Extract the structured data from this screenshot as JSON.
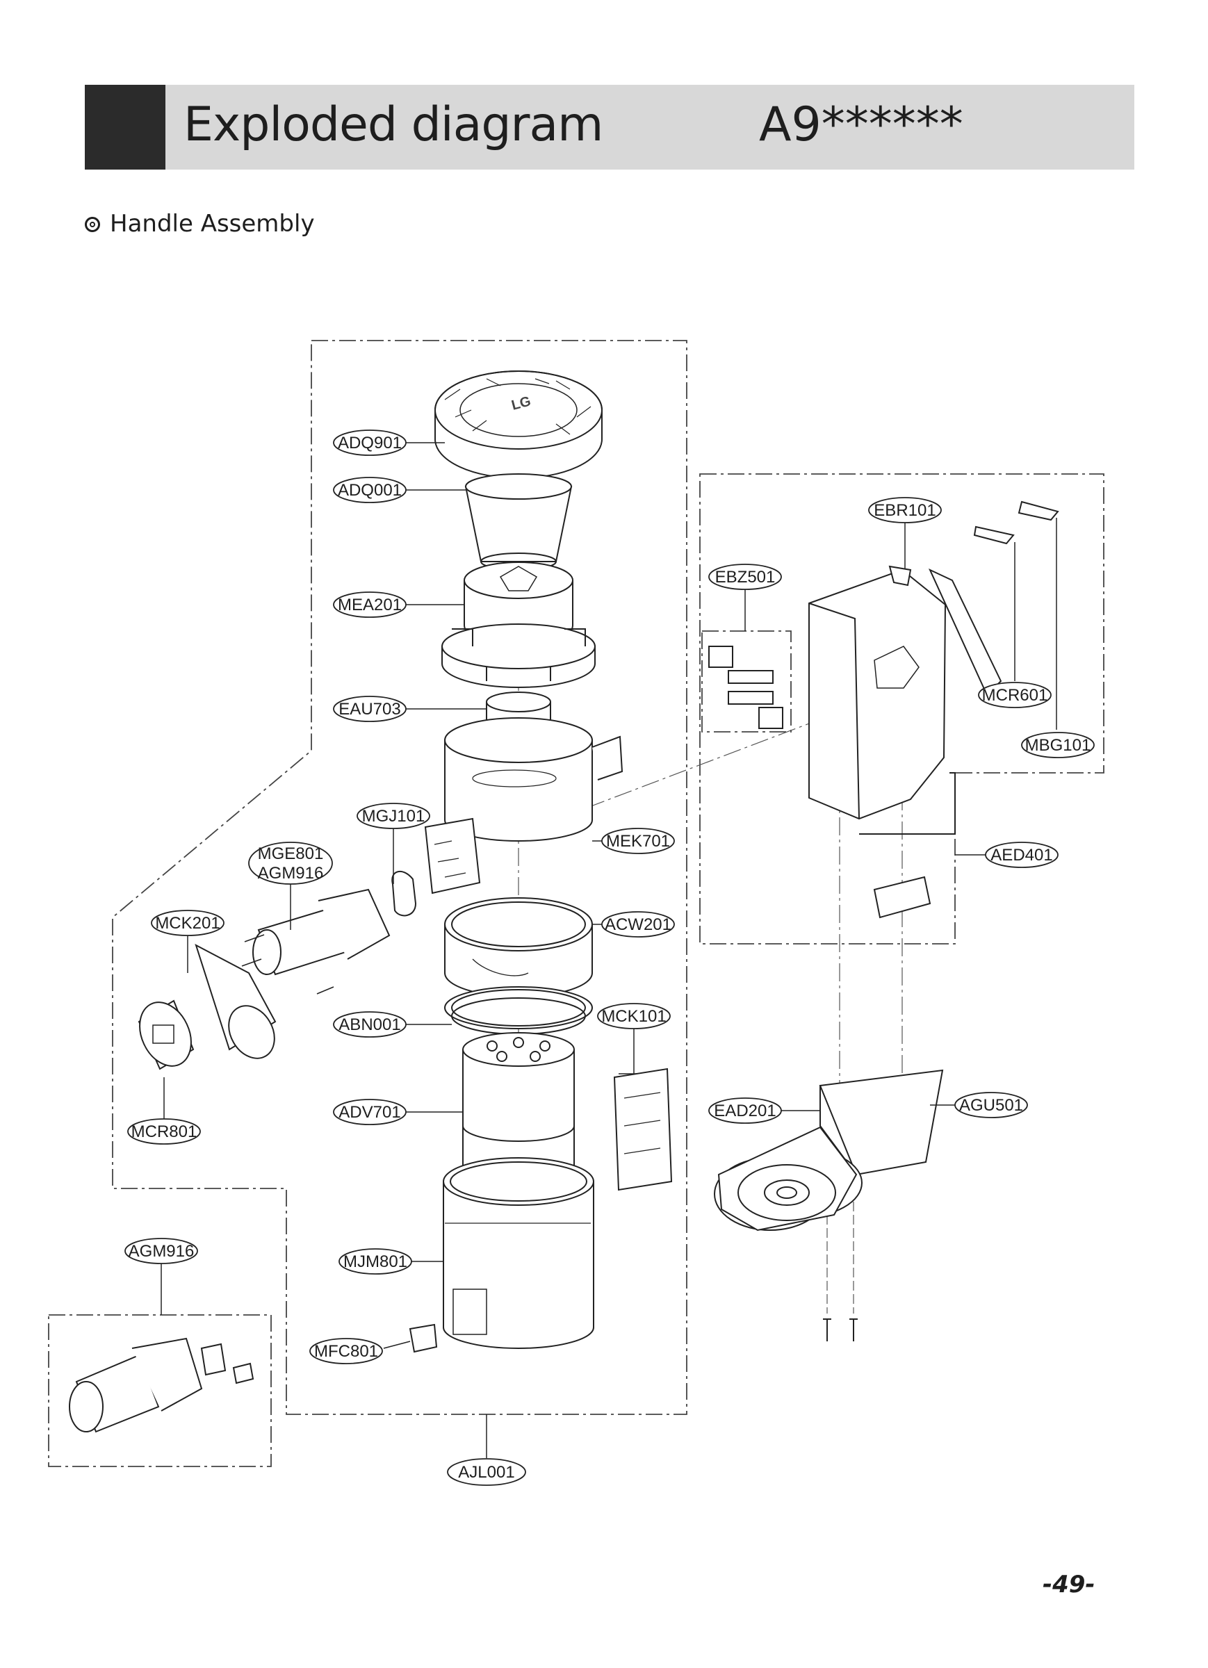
{
  "header": {
    "title": "Exploded diagram",
    "model": "A9******"
  },
  "section": {
    "heading": "Handle Assembly"
  },
  "page_number": "-49-",
  "callouts": {
    "adq901": "ADQ901",
    "adq001": "ADQ001",
    "mea201": "MEA201",
    "eau703": "EAU703",
    "mgj101": "MGJ101",
    "mge801": "MGE801",
    "agm916_upper": "AGM916",
    "mek701": "MEK701",
    "mck201": "MCK201",
    "acw201": "ACW201",
    "abn001": "ABN001",
    "mck101": "MCK101",
    "mcr801": "MCR801",
    "adv701": "ADV701",
    "agm916": "AGM916",
    "mjm801": "MJM801",
    "mfc801": "MFC801",
    "ajl001": "AJL001",
    "ebr101": "EBR101",
    "ebz501": "EBZ501",
    "mcr601": "MCR601",
    "mbg101": "MBG101",
    "aed401": "AED401",
    "ead201": "EAD201",
    "agu501": "AGU501"
  },
  "logo_text": "LG",
  "colors": {
    "header_bg": "#d8d8d8",
    "header_block": "#2b2b2b",
    "ink": "#1e1e1e"
  }
}
